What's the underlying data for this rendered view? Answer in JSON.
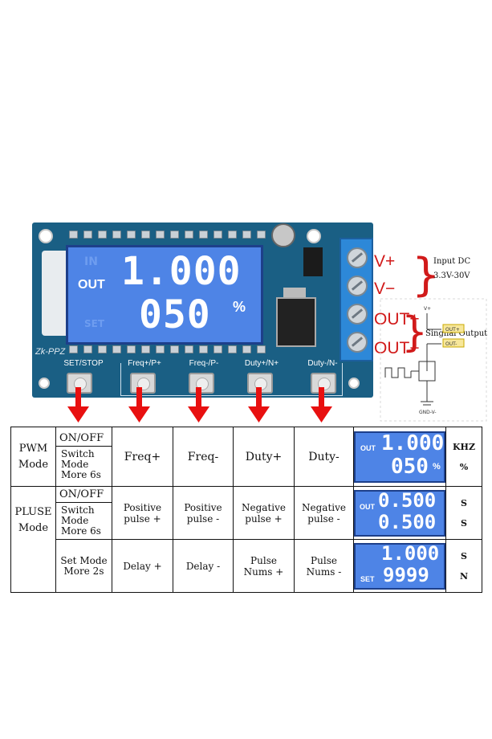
{
  "board": {
    "lcd_out_label": "OUT",
    "lcd_top_value": "1.000",
    "lcd_bottom_value": "050",
    "lcd_unit": "%",
    "ghost_in": "IN",
    "ghost_set": "SET",
    "model_label": "Zk-PPZ",
    "buttons": [
      "SET/STOP",
      "Freq+/P+",
      "Freq-/P-",
      "Duty+/N+",
      "Duty-/N-"
    ]
  },
  "terminals": [
    "V+",
    "V−",
    "OUT+",
    "OUT−"
  ],
  "input_dc": "Input DC",
  "input_range": "3.3V-30V",
  "signal_output": "Singnal Output",
  "circuit_labels": {
    "vplus": "V+",
    "out_plus": "OUT+",
    "out_minus": "OUT-",
    "gnd": "GND-V-"
  },
  "table": {
    "pwm_mode": [
      "PWM",
      "Mode"
    ],
    "pluse_mode": [
      "PLUSE",
      "Mode"
    ],
    "on_off": "ON/OFF",
    "switch_mode": [
      "Switch",
      "Mode",
      "More 6s"
    ],
    "set_mode": [
      "Set Mode",
      "More 2s"
    ],
    "row1": [
      "Freq+",
      "Freq-",
      "Duty+",
      "Duty-"
    ],
    "row2": [
      [
        "Positive",
        "pulse +"
      ],
      [
        "Positive",
        "pulse -"
      ],
      [
        "Negative",
        "pulse +"
      ],
      [
        "Negative",
        "pulse -"
      ]
    ],
    "row3": [
      [
        "Delay +"
      ],
      [
        "Delay -"
      ],
      [
        "Pulse",
        "Nums +"
      ],
      [
        "Pulse",
        "Nums -"
      ]
    ],
    "disp1": {
      "label": "OUT",
      "top": "1.000",
      "bottom": "050",
      "pct": "%",
      "unit_top": "KHZ",
      "unit_bottom": "%"
    },
    "disp2": {
      "label": "OUT",
      "top": "0.500",
      "bottom": "0.500",
      "unit_top": "S",
      "unit_bottom": "S"
    },
    "disp3": {
      "label": "SET",
      "top": "1.000",
      "bottom": "9999",
      "unit_top": "S",
      "unit_bottom": "N"
    }
  },
  "colors": {
    "board": "#1a5f84",
    "lcd": "#4e84e6",
    "accent_red": "#d11a1a",
    "arrow": "#e81010"
  }
}
